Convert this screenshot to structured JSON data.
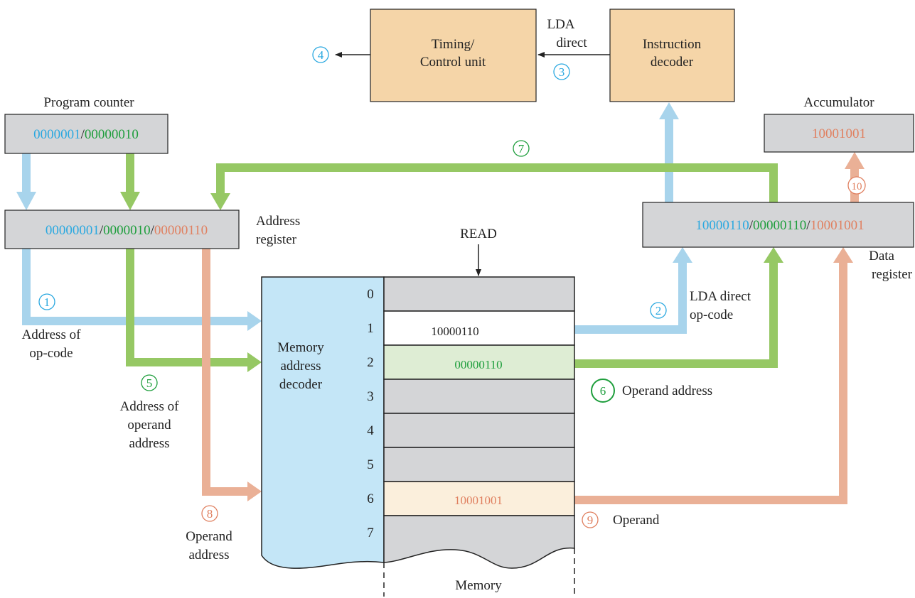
{
  "colors": {
    "blue": "#2aa8e0",
    "green": "#1e9e3c",
    "orange": "#e08060",
    "arrow_blue": "#a8d4ec",
    "arrow_green": "#96c864",
    "arrow_orange": "#eab096",
    "block_fill": "#f5d5a8",
    "register_fill": "#d4d5d7",
    "decoder_fill": "#c4e6f7"
  },
  "timing_unit": {
    "line1": "Timing/",
    "line2": "Control unit"
  },
  "instruction_decoder": {
    "line1": "Instruction",
    "line2": "decoder"
  },
  "ida_label": {
    "line1": "LDA",
    "line2": "direct"
  },
  "program_counter": {
    "label": "Program counter",
    "part1": "0000001",
    "sep": "/",
    "part2": "00000010"
  },
  "address_register": {
    "label_line1": "Address",
    "label_line2": "register",
    "part1": "00000001",
    "sep1": "/",
    "part2": "0000010",
    "sep2": "/",
    "part3": "00000110"
  },
  "accumulator": {
    "label": "Accumulator",
    "value": "10001001"
  },
  "data_register": {
    "label_line1": "Data",
    "label_line2": "register",
    "part1": "10000110",
    "sep1": "/",
    "part2": "00000110",
    "sep2": "/",
    "part3": "10001001"
  },
  "read_label": "READ",
  "memory_label": "Memory",
  "decoder_label": {
    "line1": "Memory",
    "line2": "address",
    "line3": "decoder"
  },
  "memory_rows": [
    {
      "addr": "0",
      "value": ""
    },
    {
      "addr": "1",
      "value": "10000110"
    },
    {
      "addr": "2",
      "value": "00000110"
    },
    {
      "addr": "3",
      "value": ""
    },
    {
      "addr": "4",
      "value": ""
    },
    {
      "addr": "5",
      "value": ""
    },
    {
      "addr": "6",
      "value": "10001001"
    },
    {
      "addr": "7",
      "value": ""
    }
  ],
  "steps": {
    "s1": "1",
    "s2": "2",
    "s3": "3",
    "s4": "4",
    "s5": "5",
    "s6": "6",
    "s7": "7",
    "s8": "8",
    "s9": "9",
    "s10": "10"
  },
  "labels": {
    "address_of_opcode_1": "Address of",
    "address_of_opcode_2": "op-code",
    "lda_opcode_1": "LDA direct",
    "lda_opcode_2": "op-code",
    "addr_operand_1": "Address of",
    "addr_operand_2": "operand",
    "addr_operand_3": "address",
    "operand_address": "Operand address",
    "operand_addr_1": "Operand",
    "operand_addr_2": "address",
    "operand": "Operand"
  }
}
